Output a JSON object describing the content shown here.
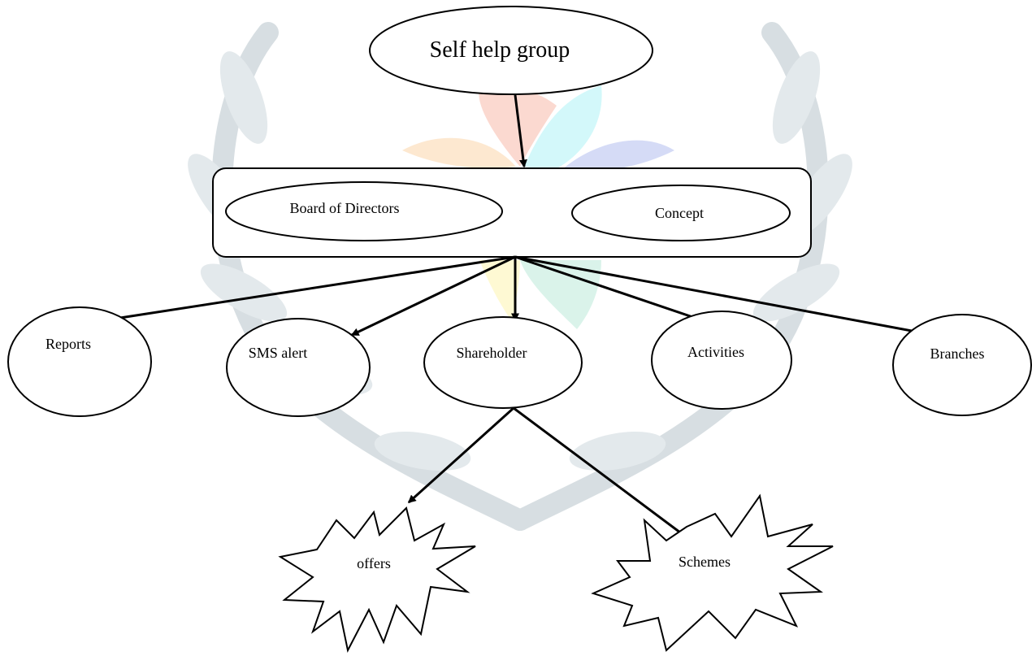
{
  "diagram": {
    "root": {
      "label": "Self help group"
    },
    "group": {
      "items": [
        {
          "label": "Board of Directors"
        },
        {
          "label": "Concept"
        }
      ]
    },
    "children": [
      {
        "label": "Reports"
      },
      {
        "label": "SMS alert"
      },
      {
        "label": "Shareholder"
      },
      {
        "label": "Activities"
      },
      {
        "label": "Branches"
      }
    ],
    "grandchildren": [
      {
        "label": "offers"
      },
      {
        "label": "Schemes"
      }
    ],
    "colors": {
      "stroke": "#000000",
      "fill": "#ffffff",
      "watermark_laurel": "#c9d3d8",
      "watermark_petals": [
        "#fbd0c6",
        "#c8f6f8",
        "#c9d2f5",
        "#fde3c4",
        "#fef7c2",
        "#cfefe4"
      ]
    }
  }
}
